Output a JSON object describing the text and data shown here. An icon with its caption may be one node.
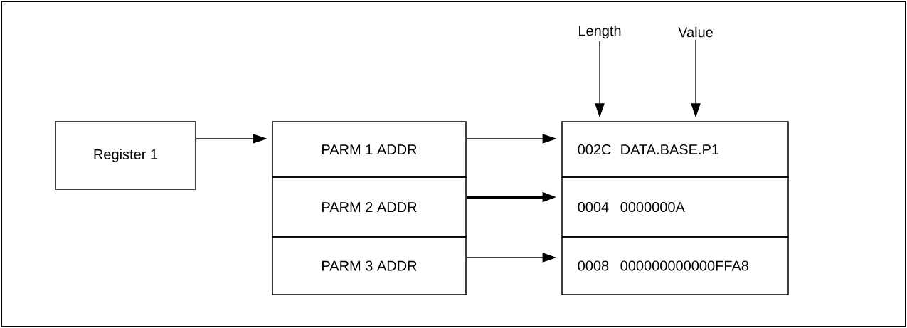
{
  "diagram": {
    "nodes": [
      {
        "text": [
          "Register 1"
        ]
      },
      {
        "text": [
          "PARM 1 ADDR"
        ]
      },
      {
        "text": [
          "PARM 2 ADDR"
        ]
      },
      {
        "text": [
          "PARM 3 ADDR"
        ]
      },
      {
        "text": [
          "002C",
          "DATA.BASE.P1"
        ]
      },
      {
        "text": [
          "0004",
          "0000000A"
        ]
      },
      {
        "text": [
          "0008",
          "000000000000FFA8"
        ]
      },
      {
        "text": [
          "Length"
        ]
      },
      {
        "text": [
          "Value"
        ]
      }
    ],
    "edges": [
      {
        "from": 0,
        "to": 1,
        "arrow": "to"
      },
      {
        "from": 1,
        "to": 4,
        "arrow": "to"
      },
      {
        "from": 2,
        "to": 5,
        "arrow": "to",
        "style": "thick"
      },
      {
        "from": 3,
        "to": 6,
        "arrow": "to"
      },
      {
        "from": 7,
        "to": 4,
        "arrow": "to"
      },
      {
        "from": 8,
        "to": 4,
        "arrow": "to"
      }
    ]
  }
}
